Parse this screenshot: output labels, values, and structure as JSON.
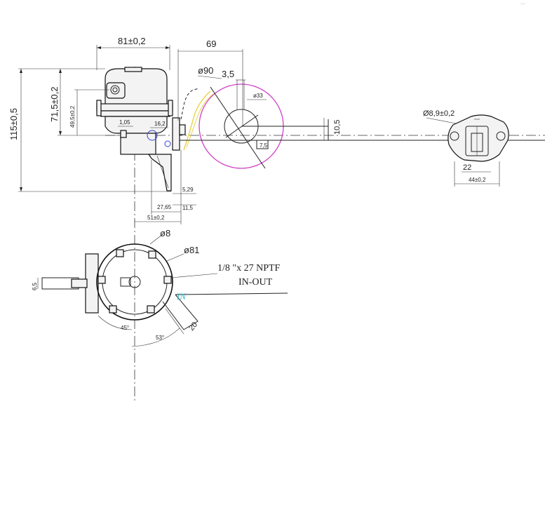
{
  "title_corner": "...",
  "dimensions": {
    "top_width": "81±0,2",
    "arm_length": "69",
    "eccentric_dia": "ø90",
    "offset": "3,5",
    "small_dia": "ø33",
    "lever_height": "10,5",
    "lever_small": "7,5",
    "total_height": "115±0,5",
    "upper_height": "71,5±0,2",
    "inner_height": "49,5±0,2",
    "small_gap": "1,05",
    "small_width": "16,2",
    "lever_drop": "5,29",
    "lever_gap": "11,5",
    "base_inner": "27,65",
    "base_total": "51±0,2",
    "flange_hole": "Ø8,9±0,2",
    "flange_inner": "22",
    "flange_width": "44±0,2",
    "port_dia": "ø8",
    "head_dia": "ø81",
    "thread_line1": "1/8 \"x 27 NPTF",
    "thread_line2": "IN-OUT",
    "port_label": "IN",
    "angle_small": "45°",
    "angle_large": "53°",
    "port_length": "20",
    "side_dim": "6,5"
  },
  "colors": {
    "eccentric_circle": "#d040c8",
    "lever_trace": "#e8d24a",
    "hidden_detail": "#3344cc",
    "in_label": "#3cb8c8"
  }
}
